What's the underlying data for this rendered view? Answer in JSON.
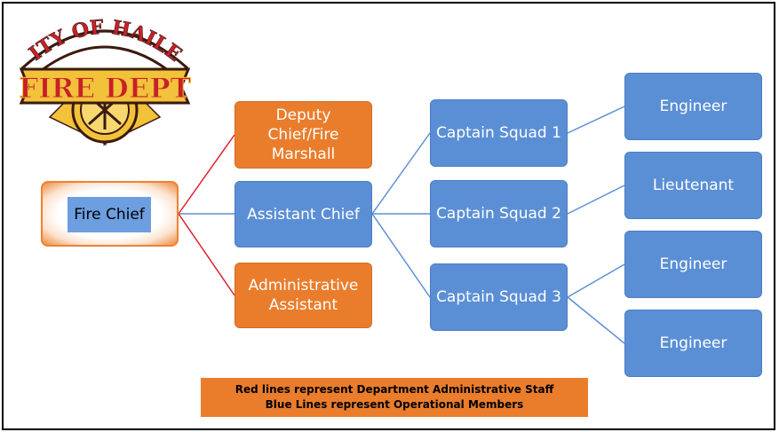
{
  "logo": {
    "city_text": "CITY OF HAILEY",
    "dept_text": "FIRE DEPT",
    "colors": {
      "red": "#c8202a",
      "gold": "#f2c23a",
      "dark": "#3a1a10"
    }
  },
  "chart": {
    "root": {
      "id": "fire-chief",
      "label": "Fire Chief"
    },
    "nodes": [
      {
        "id": "deputy-chief",
        "label": "Deputy Chief/Fire Marshall"
      },
      {
        "id": "assistant-chief",
        "label": "Assistant Chief"
      },
      {
        "id": "admin-assistant",
        "label": "Administrative Assistant"
      },
      {
        "id": "captain-1",
        "label": "Captain Squad 1"
      },
      {
        "id": "captain-2",
        "label": "Captain Squad 2"
      },
      {
        "id": "captain-3",
        "label": "Captain Squad 3"
      },
      {
        "id": "engineer-1",
        "label": "Engineer"
      },
      {
        "id": "lieutenant",
        "label": "Lieutenant"
      },
      {
        "id": "engineer-2",
        "label": "Engineer"
      },
      {
        "id": "engineer-3",
        "label": "Engineer"
      }
    ],
    "edges": [
      {
        "from": "fire-chief",
        "to": "deputy-chief",
        "type": "administrative"
      },
      {
        "from": "fire-chief",
        "to": "assistant-chief",
        "type": "operational"
      },
      {
        "from": "fire-chief",
        "to": "admin-assistant",
        "type": "administrative"
      },
      {
        "from": "assistant-chief",
        "to": "captain-1",
        "type": "operational"
      },
      {
        "from": "assistant-chief",
        "to": "captain-2",
        "type": "operational"
      },
      {
        "from": "assistant-chief",
        "to": "captain-3",
        "type": "operational"
      },
      {
        "from": "captain-1",
        "to": "engineer-1",
        "type": "operational"
      },
      {
        "from": "captain-2",
        "to": "lieutenant",
        "type": "operational"
      },
      {
        "from": "captain-3",
        "to": "engineer-2",
        "type": "operational"
      },
      {
        "from": "captain-3",
        "to": "engineer-3",
        "type": "operational"
      }
    ],
    "colors": {
      "administrative_line": "#e0202a",
      "operational_line": "#5b8fd5",
      "admin_box": "#ea7d2c",
      "operational_box": "#5b8fd5"
    }
  },
  "legend": {
    "line1": "Red lines represent Department Administrative Staff",
    "line2": "Blue Lines represent Operational Members"
  }
}
